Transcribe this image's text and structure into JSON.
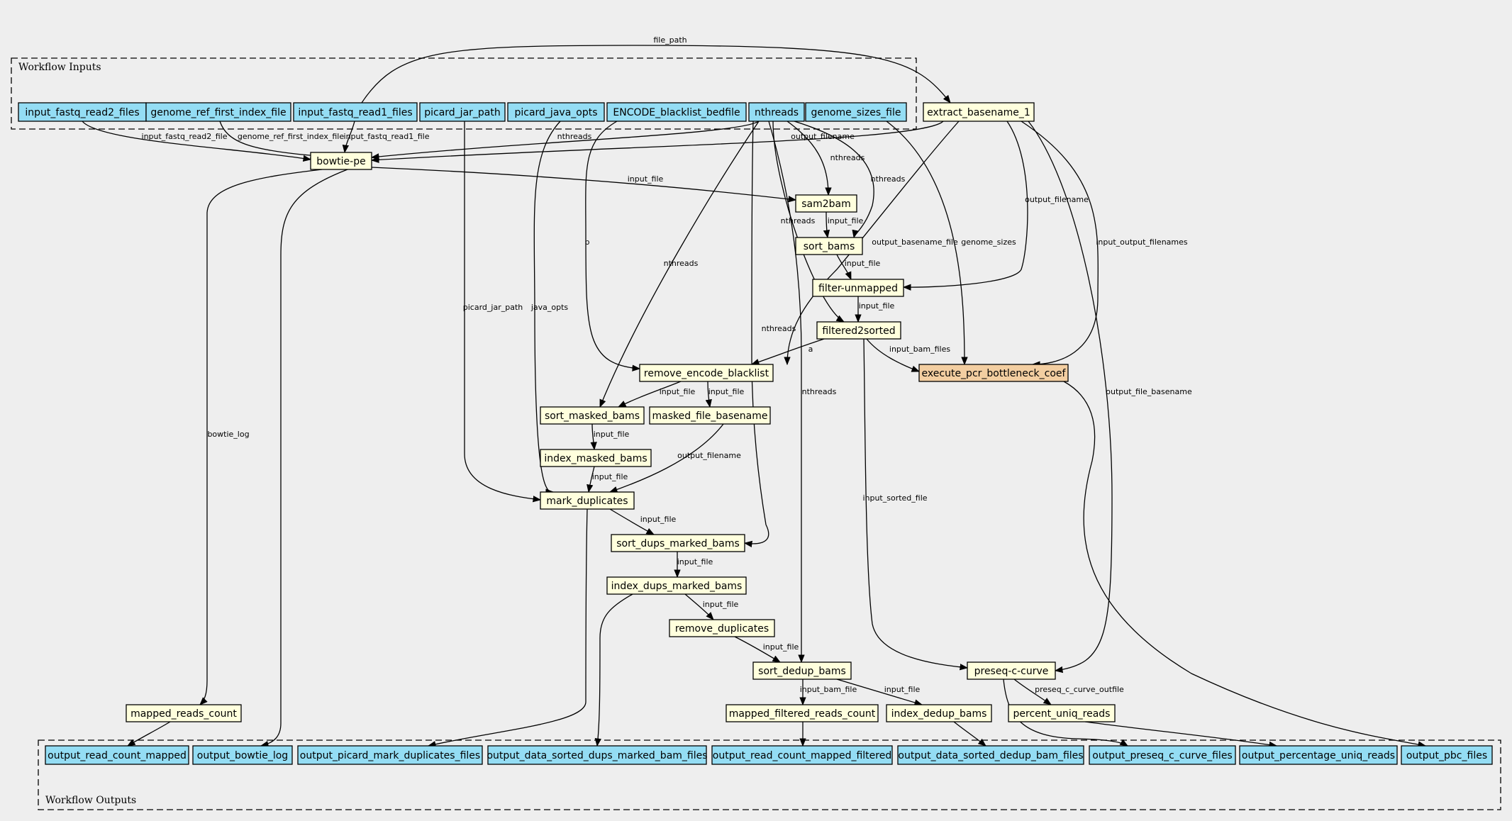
{
  "clusters": {
    "inputs": "Workflow Inputs",
    "outputs": "Workflow Outputs"
  },
  "colors": {
    "background": "#eeeeee",
    "io_node": "#94ddf4",
    "step_node": "#ffffdd",
    "highlight_node": "#f3cea1",
    "stroke": "#000000"
  },
  "nodes": [
    {
      "id": "in_read2",
      "label": "input_fastq_read2_files",
      "kind": "io"
    },
    {
      "id": "in_genome_ref",
      "label": "genome_ref_first_index_file",
      "kind": "io"
    },
    {
      "id": "in_read1",
      "label": "input_fastq_read1_files",
      "kind": "io"
    },
    {
      "id": "in_picard_jar",
      "label": "picard_jar_path",
      "kind": "io"
    },
    {
      "id": "in_picard_opts",
      "label": "picard_java_opts",
      "kind": "io"
    },
    {
      "id": "in_blacklist",
      "label": "ENCODE_blacklist_bedfile",
      "kind": "io"
    },
    {
      "id": "in_nthreads",
      "label": "nthreads",
      "kind": "io"
    },
    {
      "id": "in_genome_sizes",
      "label": "genome_sizes_file",
      "kind": "io"
    },
    {
      "id": "extract_basename",
      "label": "extract_basename_1",
      "kind": "step"
    },
    {
      "id": "bowtie",
      "label": "bowtie-pe",
      "kind": "step"
    },
    {
      "id": "sam2bam",
      "label": "sam2bam",
      "kind": "step"
    },
    {
      "id": "sort_bams",
      "label": "sort_bams",
      "kind": "step"
    },
    {
      "id": "filter_unmapped",
      "label": "filter-unmapped",
      "kind": "step"
    },
    {
      "id": "filtered2sorted",
      "label": "filtered2sorted",
      "kind": "step"
    },
    {
      "id": "remove_blacklist",
      "label": "remove_encode_blacklist",
      "kind": "step"
    },
    {
      "id": "pcr_coef",
      "label": "execute_pcr_bottleneck_coef",
      "kind": "highlight"
    },
    {
      "id": "sort_masked",
      "label": "sort_masked_bams",
      "kind": "step"
    },
    {
      "id": "masked_basename",
      "label": "masked_file_basename",
      "kind": "step"
    },
    {
      "id": "index_masked",
      "label": "index_masked_bams",
      "kind": "step"
    },
    {
      "id": "mark_dups",
      "label": "mark_duplicates",
      "kind": "step"
    },
    {
      "id": "sort_dups_marked",
      "label": "sort_dups_marked_bams",
      "kind": "step"
    },
    {
      "id": "index_dups_marked",
      "label": "index_dups_marked_bams",
      "kind": "step"
    },
    {
      "id": "remove_dups",
      "label": "remove_duplicates",
      "kind": "step"
    },
    {
      "id": "sort_dedup",
      "label": "sort_dedup_bams",
      "kind": "step"
    },
    {
      "id": "preseq",
      "label": "preseq-c-curve",
      "kind": "step"
    },
    {
      "id": "mapped_reads_count",
      "label": "mapped_reads_count",
      "kind": "step"
    },
    {
      "id": "mapped_filtered_count",
      "label": "mapped_filtered_reads_count",
      "kind": "step"
    },
    {
      "id": "index_dedup",
      "label": "index_dedup_bams",
      "kind": "step"
    },
    {
      "id": "percent_uniq",
      "label": "percent_uniq_reads",
      "kind": "step"
    },
    {
      "id": "out_read_count",
      "label": "output_read_count_mapped",
      "kind": "io"
    },
    {
      "id": "out_bowtie_log",
      "label": "output_bowtie_log",
      "kind": "io"
    },
    {
      "id": "out_picard_mark",
      "label": "output_picard_mark_duplicates_files",
      "kind": "io"
    },
    {
      "id": "out_sorted_dups",
      "label": "output_data_sorted_dups_marked_bam_files",
      "kind": "io"
    },
    {
      "id": "out_read_count_filtered",
      "label": "output_read_count_mapped_filtered",
      "kind": "io"
    },
    {
      "id": "out_sorted_dedup",
      "label": "output_data_sorted_dedup_bam_files",
      "kind": "io"
    },
    {
      "id": "out_preseq",
      "label": "output_preseq_c_curve_files",
      "kind": "io"
    },
    {
      "id": "out_percentage",
      "label": "output_percentage_uniq_reads",
      "kind": "io"
    },
    {
      "id": "out_pbc",
      "label": "output_pbc_files",
      "kind": "io"
    }
  ],
  "edges": [
    {
      "from": "in_read1",
      "to": "extract_basename",
      "label": "file_path"
    },
    {
      "from": "in_read2",
      "to": "bowtie",
      "label": "input_fastq_read2_file"
    },
    {
      "from": "in_genome_ref",
      "to": "bowtie",
      "label": "genome_ref_first_index_file"
    },
    {
      "from": "in_read1",
      "to": "bowtie",
      "label": "input_fastq_read1_file"
    },
    {
      "from": "in_nthreads",
      "to": "bowtie",
      "label": "nthreads"
    },
    {
      "from": "extract_basename",
      "to": "bowtie",
      "label": "output_filename"
    },
    {
      "from": "bowtie",
      "to": "sam2bam",
      "label": "input_file"
    },
    {
      "from": "in_nthreads",
      "to": "sam2bam",
      "label": "nthreads"
    },
    {
      "from": "in_nthreads",
      "to": "sort_bams",
      "label": "nthreads"
    },
    {
      "from": "sam2bam",
      "to": "sort_bams",
      "label": "input_file"
    },
    {
      "from": "in_nthreads",
      "to": "filtered2sorted",
      "label": "nthreads"
    },
    {
      "from": "sort_bams",
      "to": "filter_unmapped",
      "label": "input_file"
    },
    {
      "from": "extract_basename",
      "to": "filter_unmapped",
      "label": "output_filename"
    },
    {
      "from": "filter_unmapped",
      "to": "filtered2sorted",
      "label": "input_file"
    },
    {
      "from": "in_blacklist",
      "to": "remove_blacklist",
      "label": "b"
    },
    {
      "from": "extract_basename",
      "to": "remove_blacklist",
      "label": "output_basename_file"
    },
    {
      "from": "filtered2sorted",
      "to": "remove_blacklist",
      "label": "a"
    },
    {
      "from": "in_genome_sizes",
      "to": "pcr_coef",
      "label": "genome_sizes"
    },
    {
      "from": "extract_basename",
      "to": "pcr_coef",
      "label": "input_output_filenames"
    },
    {
      "from": "filtered2sorted",
      "to": "pcr_coef",
      "label": "input_bam_files"
    },
    {
      "from": "in_nthreads",
      "to": "sort_masked",
      "label": "nthreads"
    },
    {
      "from": "remove_blacklist",
      "to": "sort_masked",
      "label": "input_file"
    },
    {
      "from": "remove_blacklist",
      "to": "masked_basename",
      "label": "input_file"
    },
    {
      "from": "sort_masked",
      "to": "index_masked",
      "label": "input_file"
    },
    {
      "from": "in_picard_jar",
      "to": "mark_dups",
      "label": "picard_jar_path"
    },
    {
      "from": "in_picard_opts",
      "to": "mark_dups",
      "label": "java_opts"
    },
    {
      "from": "index_masked",
      "to": "mark_dups",
      "label": "input_file"
    },
    {
      "from": "masked_basename",
      "to": "mark_dups",
      "label": "output_filename"
    },
    {
      "from": "in_nthreads",
      "to": "sort_dups_marked",
      "label": "nthreads"
    },
    {
      "from": "mark_dups",
      "to": "sort_dups_marked",
      "label": "input_file"
    },
    {
      "from": "sort_dups_marked",
      "to": "index_dups_marked",
      "label": "input_file"
    },
    {
      "from": "index_dups_marked",
      "to": "remove_dups",
      "label": "input_file"
    },
    {
      "from": "in_nthreads",
      "to": "sort_dedup",
      "label": "nthreads"
    },
    {
      "from": "remove_dups",
      "to": "sort_dedup",
      "label": "input_file"
    },
    {
      "from": "filtered2sorted",
      "to": "preseq",
      "label": "input_sorted_file"
    },
    {
      "from": "extract_basename",
      "to": "preseq",
      "label": "output_file_basename"
    },
    {
      "from": "bowtie",
      "to": "mapped_reads_count",
      "label": "bowtie_log"
    },
    {
      "from": "sort_dedup",
      "to": "mapped_filtered_count",
      "label": "input_bam_file"
    },
    {
      "from": "sort_dedup",
      "to": "index_dedup",
      "label": "input_file"
    },
    {
      "from": "preseq",
      "to": "percent_uniq",
      "label": "preseq_c_curve_outfile"
    },
    {
      "from": "mapped_reads_count",
      "to": "out_read_count",
      "label": ""
    },
    {
      "from": "bowtie",
      "to": "out_bowtie_log",
      "label": ""
    },
    {
      "from": "mark_dups",
      "to": "out_picard_mark",
      "label": ""
    },
    {
      "from": "index_dups_marked",
      "to": "out_sorted_dups",
      "label": ""
    },
    {
      "from": "mapped_filtered_count",
      "to": "out_read_count_filtered",
      "label": ""
    },
    {
      "from": "index_dedup",
      "to": "out_sorted_dedup",
      "label": ""
    },
    {
      "from": "preseq",
      "to": "out_preseq",
      "label": ""
    },
    {
      "from": "percent_uniq",
      "to": "out_percentage",
      "label": ""
    },
    {
      "from": "pcr_coef",
      "to": "out_pbc",
      "label": ""
    }
  ]
}
